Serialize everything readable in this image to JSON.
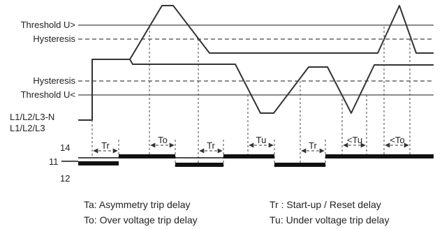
{
  "labels": {
    "threshold_high": "Threshold U>",
    "hysteresis_high": "Hysteresis",
    "hysteresis_low": "Hysteresis",
    "threshold_low": "Threshold U<",
    "phase_n": "L1/L2/L3-N",
    "phase": "L1/L2/L3"
  },
  "relay": {
    "contact_14": "14",
    "contact_11": "11",
    "contact_12": "12"
  },
  "delays": [
    "Tr",
    "To",
    "Tr",
    "Tu",
    "Tr",
    "<Tu",
    "<To"
  ],
  "legend": [
    "Ta: Asymmetry trip delay",
    "To: Over voltage trip delay",
    "Tr : Start-up / Reset delay",
    "Tu: Under voltage trip delay"
  ],
  "colors": {
    "line": "#333333",
    "bar": "#111111"
  }
}
